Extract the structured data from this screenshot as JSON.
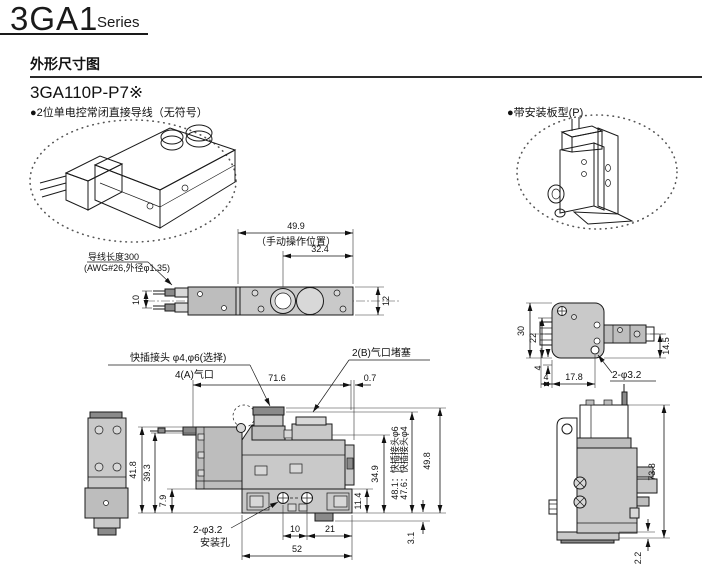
{
  "header": {
    "series_title": "3GA1",
    "series_suffix": "Series",
    "section_heading": "外形尺寸图",
    "model_number": "3GA110P-P7※",
    "variant_left": "●2位单电控常闭直接导线（无符号）",
    "variant_right": "●带安装板型(P)"
  },
  "top_view": {
    "dim_body_length": "49.9",
    "manual_position_label": "（手动操作位置）",
    "dim_manual_position": "32.4",
    "dim_body_width": "12",
    "dim_wire_pitch": "10",
    "lead_wire_note_line1": "导线长度300",
    "lead_wire_note_line2": "(AWG#26,外径φ1.35)"
  },
  "front_view": {
    "fitting_note": "快插接头 φ4,φ6(选择)",
    "port_a_label": "4(A)气口",
    "dim_overall_length": "71.6",
    "plug_note": "2(B)气口堵塞",
    "dim_plug_offset": "0.7",
    "dim_height_41_8": "41.8",
    "dim_height_39_3": "39.3",
    "dim_height_7_9": "7.9",
    "dim_height_34_9": "34.9",
    "dim_height_11_4": "11.4",
    "fitting_height_note_d6": "48.1：快插接头φ6",
    "fitting_height_note_d4": "47.6：快插接头φ4",
    "dim_height_49_8": "49.8",
    "dim_base_3_1": "3.1",
    "mounting_hole_note_line1": "2-φ3.2",
    "mounting_hole_note_line2": "安装孔",
    "dim_hole_pitch": "10",
    "dim_hole_to_edge": "21",
    "dim_base_length": "52"
  },
  "plate_view": {
    "dim_width_30": "30",
    "dim_width_22": "22",
    "dim_4_vert": "4",
    "dim_4_horiz": "4",
    "dim_17_8": "17.8",
    "hole_note": "2-φ3.2",
    "dim_14_5": "14.5"
  },
  "side_view": {
    "dim_height_73_8": "73.8",
    "dim_base_2_2": "2.2"
  }
}
